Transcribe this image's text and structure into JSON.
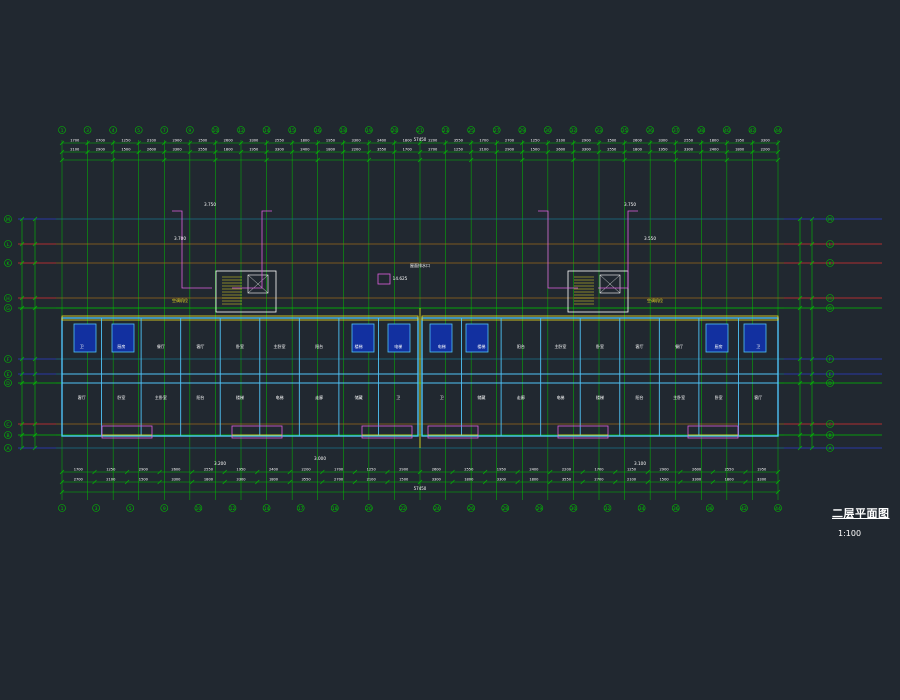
{
  "drawing": {
    "title": "二层平面图",
    "scale": "1:100",
    "total_dimension": "57450",
    "top_axis_labels": [
      "1",
      "3",
      "4",
      "5",
      "7",
      "9",
      "10",
      "12",
      "14",
      "15",
      "16",
      "18",
      "19",
      "20",
      "21",
      "23",
      "25",
      "27",
      "29",
      "30",
      "32",
      "33",
      "35",
      "36",
      "37",
      "38",
      "40",
      "42",
      "44"
    ],
    "bottom_axis_labels": [
      "1",
      "3",
      "5",
      "9",
      "10",
      "12",
      "14",
      "17",
      "18",
      "20",
      "22",
      "24",
      "26",
      "28",
      "29",
      "30",
      "32",
      "34",
      "36",
      "38",
      "42",
      "44"
    ],
    "side_axis_labels": [
      "M",
      "L",
      "K",
      "H",
      "G",
      "F",
      "E",
      "D",
      "C",
      "B",
      "A"
    ],
    "room_labels": [
      "卫",
      "厨房",
      "餐厅",
      "客厅",
      "卧室",
      "主卧室",
      "阳台",
      "楼梯",
      "电梯",
      "走廊",
      "储藏"
    ],
    "annotations": [
      "3.750",
      "3.750",
      "3.700",
      "3.550",
      "3.200",
      "3.100",
      "3.000",
      "14.625",
      "屋面排水口",
      "空调机位"
    ],
    "dimension_values": [
      "1700",
      "2700",
      "1250",
      "2100",
      "2900",
      "1500",
      "2600",
      "3300",
      "2550",
      "1800",
      "1950",
      "3300",
      "2400",
      "1800",
      "2200",
      "3550"
    ]
  },
  "colors": {
    "background": "#212830",
    "wall": "#4fc3f7",
    "axis": "#00c000",
    "axis_red": "#e03030",
    "axis_blue": "#2c3ccc",
    "magenta": "#e060e0",
    "yellow": "#f0e020",
    "white": "#ffffff"
  }
}
